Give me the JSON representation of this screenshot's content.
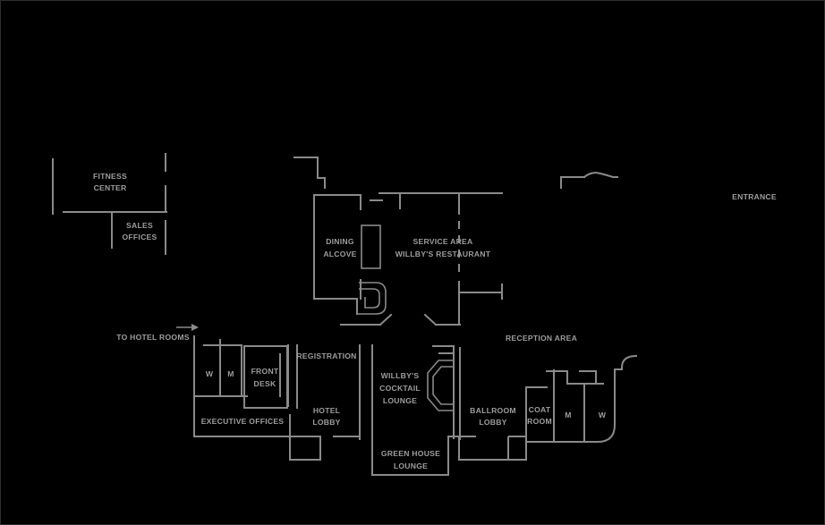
{
  "figure": {
    "type": "hotel-floor-plan",
    "colors": {
      "background": "#000000",
      "walls": "#8a8a8a",
      "text": "#9d9d9d"
    }
  },
  "labels": {
    "fitness_center": {
      "line1": "FITNESS",
      "line2": "CENTER"
    },
    "sales_offices": {
      "line1": "SALES",
      "line2": "OFFICES"
    },
    "dining_alcove": {
      "line1": "DINING",
      "line2": "ALCOVE"
    },
    "service_area": {
      "line1": "SERVICE AREA",
      "line2": "WILLBY'S RESTAURANT"
    },
    "entrance": {
      "text": "ENTRANCE"
    },
    "to_hotel_rooms": {
      "text": "TO HOTEL ROOMS"
    },
    "reception_area": {
      "text": "RECEPTION AREA"
    },
    "registration": {
      "text": "REGISTRATION"
    },
    "front_desk": {
      "line1": "FRONT",
      "line2": "DESK"
    },
    "restroom_w_west": {
      "text": "W"
    },
    "restroom_m_west": {
      "text": "M"
    },
    "executive_offices": {
      "text": "EXECUTIVE OFFICES"
    },
    "hotel_lobby": {
      "line1": "HOTEL",
      "line2": "LOBBY"
    },
    "cocktail_lounge": {
      "line1": "WILLBY'S",
      "line2": "COCKTAIL",
      "line3": "LOUNGE"
    },
    "ballroom_lobby": {
      "line1": "BALLROOM",
      "line2": "LOBBY"
    },
    "green_house_lounge": {
      "line1": "GREEN HOUSE",
      "line2": "LOUNGE"
    },
    "coat_room": {
      "line1": "COAT",
      "line2": "ROOM"
    },
    "restroom_m_east": {
      "text": "M"
    },
    "restroom_w_east": {
      "text": "W"
    }
  }
}
